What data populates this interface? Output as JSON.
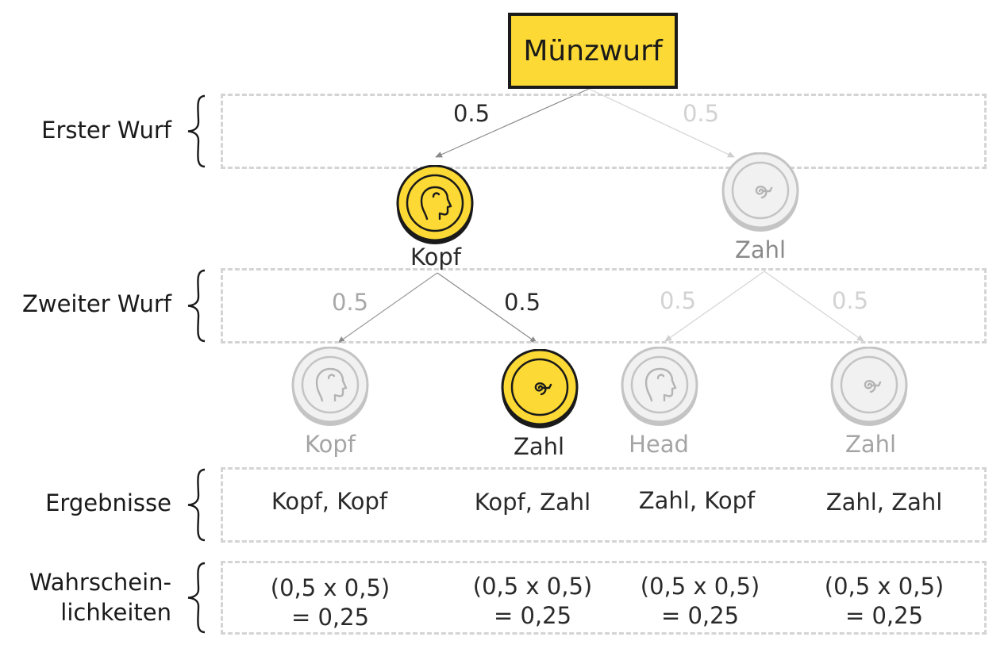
{
  "root": {
    "label": "Münzwurf"
  },
  "rows": {
    "first": "Erster Wurf",
    "second": "Zweiter Wurf",
    "results": "Ergebnisse",
    "probabilities_line1": "Wahrschein-",
    "probabilities_line2": "lichkeiten"
  },
  "first_toss": {
    "left_prob": "0.5",
    "right_prob": "0.5",
    "left_label": "Kopf",
    "right_label": "Zahl"
  },
  "second_toss": {
    "probs": [
      "0.5",
      "0.5",
      "0.5",
      "0.5"
    ],
    "labels": [
      "Kopf",
      "Zahl",
      "Head",
      "Zahl"
    ]
  },
  "results": [
    "Kopf, Kopf",
    "Kopf, Zahl",
    "Zahl, Kopf",
    "Zahl, Zahl"
  ],
  "probabilities": [
    {
      "expr": "(0,5 x 0,5)",
      "value": "= 0,25"
    },
    {
      "expr": "(0,5 x 0,5)",
      "value": "= 0,25"
    },
    {
      "expr": "(0,5 x 0,5)",
      "value": "= 0,25"
    },
    {
      "expr": "(0,5 x 0,5)",
      "value": "= 0,25"
    }
  ],
  "colors": {
    "accent_yellow": "#fcd934",
    "border_dark": "#1a1a1a",
    "dashed_grey": "#d4d4d4",
    "coin_grey_fill": "#f1f1f1",
    "coin_grey_stroke": "#c4c4c4"
  },
  "icons": {
    "head": "head-profile-icon",
    "tail": "spiral-icon"
  }
}
